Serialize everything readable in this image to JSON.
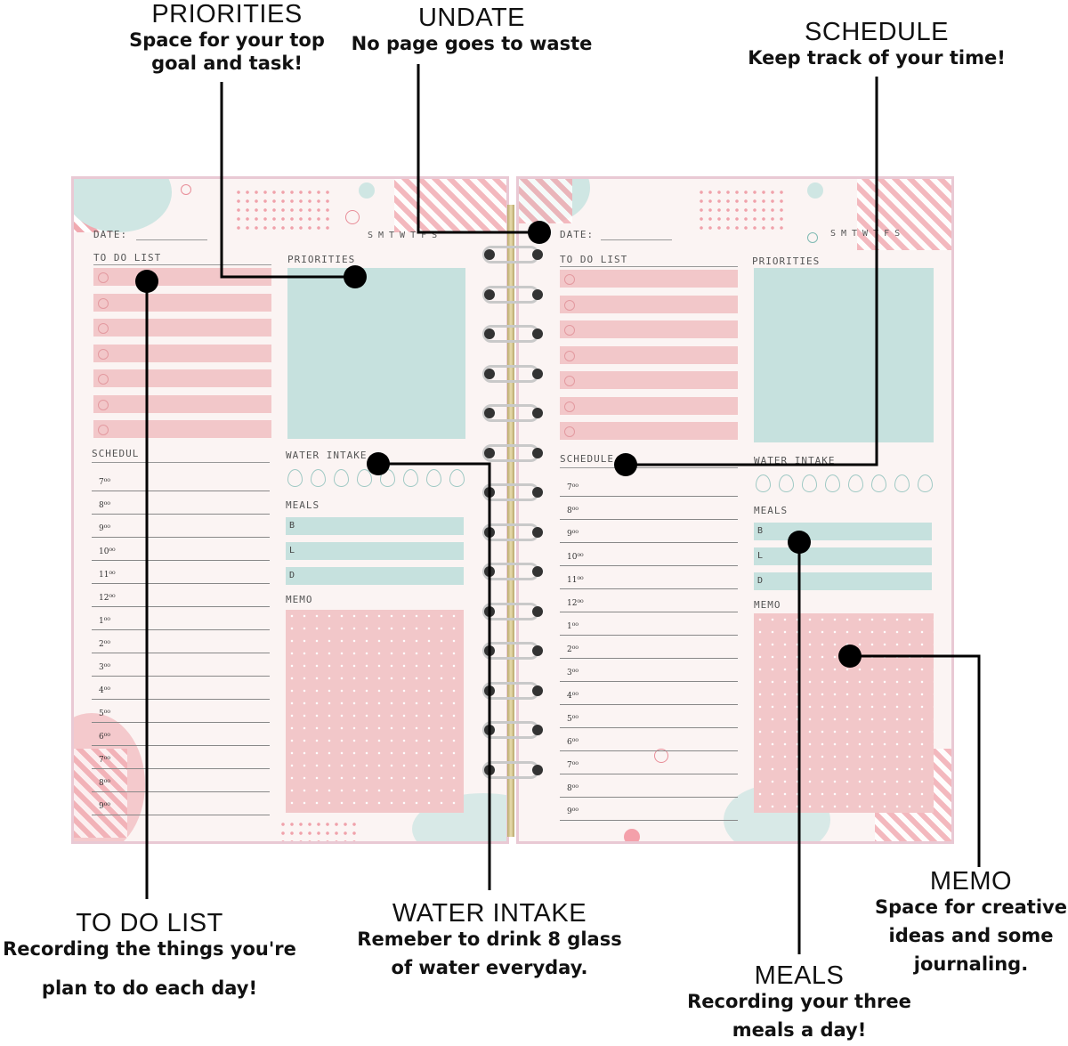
{
  "callouts": {
    "priorities": {
      "title": "PRIORITIES",
      "sub1": "Space for your top",
      "sub2": "goal and task!"
    },
    "undate": {
      "title": "UNDATE",
      "sub1": "No page goes to waste"
    },
    "schedule": {
      "title": "SCHEDULE",
      "sub1": "Keep track of your time!"
    },
    "todo": {
      "title": "TO DO LIST",
      "sub1": "Recording the things you're",
      "sub2": "plan to do each day!"
    },
    "water": {
      "title": "WATER INTAKE",
      "sub1": "Remeber to drink 8 glass",
      "sub2": "of water everyday."
    },
    "memo": {
      "title": "MEMO",
      "sub1": "Space for creative",
      "sub2": "ideas and some",
      "sub3": "journaling."
    },
    "meals": {
      "title": "MEALS",
      "sub1": "Recording your three",
      "sub2": "meals a day!"
    }
  },
  "planner": {
    "date_label": "DATE:",
    "days": "SMTWTFS",
    "todo_label": "TO DO LIST",
    "priorities_label": "PRIORITIES",
    "schedule_left": "SCHEDUL",
    "schedule_right": "SCHEDULE",
    "water_label": "WATER INTAKE",
    "meals_label": "MEALS",
    "meal_rows": [
      "B",
      "L",
      "D"
    ],
    "memo_label": "MEMO",
    "hours": [
      "7⁰⁰",
      "8⁰⁰",
      "9⁰⁰",
      "10⁰⁰",
      "11⁰⁰",
      "12⁰⁰",
      "1⁰⁰",
      "2⁰⁰",
      "3⁰⁰",
      "4⁰⁰",
      "5⁰⁰",
      "6⁰⁰",
      "7⁰⁰",
      "8⁰⁰",
      "9⁰⁰"
    ]
  },
  "colors": {
    "pink": "#f2c7c9",
    "teal": "#c6e1de",
    "border": "#e9c9d4",
    "accent_pink": "#f1a9b0"
  }
}
